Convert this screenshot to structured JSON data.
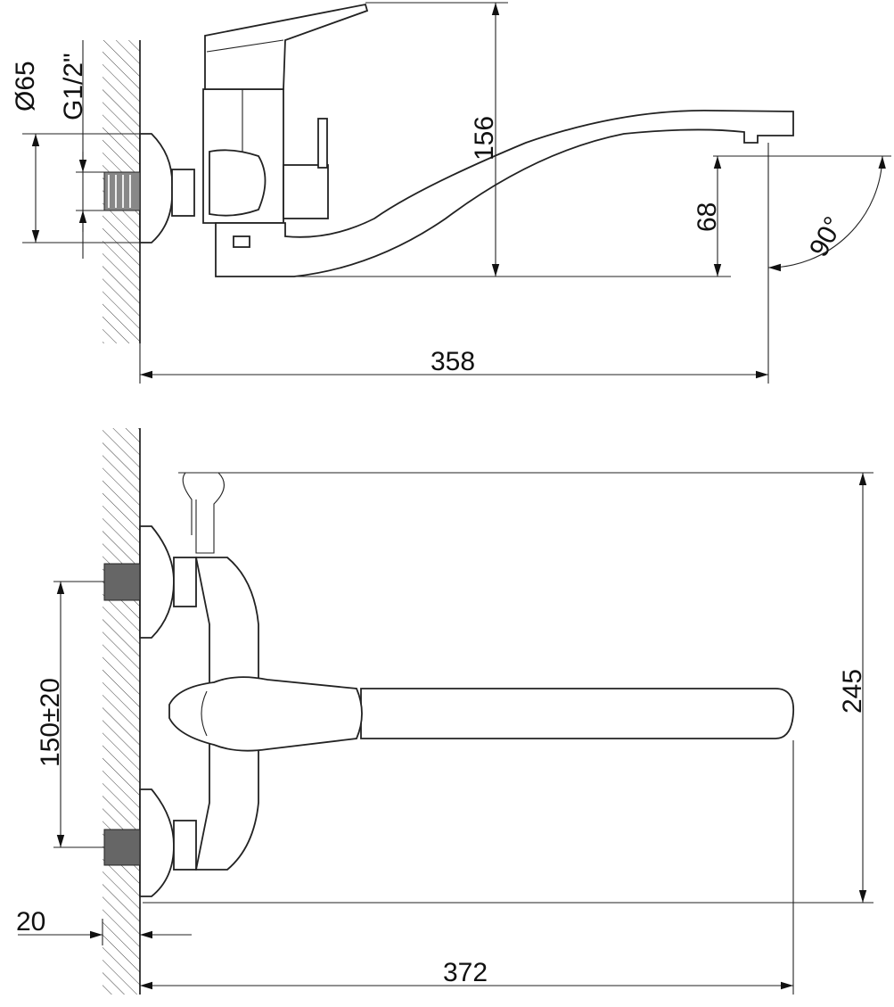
{
  "drawing": {
    "side_view": {
      "diameter_label": "Ø65",
      "thread_label": "G1/2\"",
      "height_label": "156",
      "spout_height_label": "68",
      "angle_label": "90°",
      "length_label": "358"
    },
    "top_view": {
      "inlet_spacing_label": "150±20",
      "width_label": "245",
      "wall_offset_label": "20",
      "length_label": "372"
    }
  }
}
